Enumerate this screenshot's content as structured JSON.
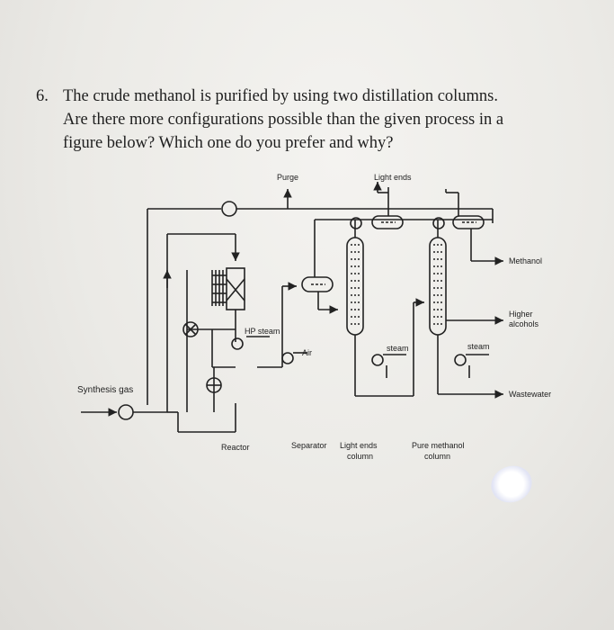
{
  "question": {
    "number": "6.",
    "lines": [
      "The crude methanol is purified by using two distillation columns.",
      "Are there more configurations possible than the given process in a",
      "figure below? Which one do you prefer and why?"
    ]
  },
  "diagram": {
    "labels": {
      "purge": "Purge",
      "light_ends_top": "Light ends",
      "methanol": "Methanol",
      "higher_alcohols_1": "Higher",
      "higher_alcohols_2": "alcohols",
      "hp_steam": "HP steam",
      "air": "Air",
      "steam_1": "steam",
      "steam_2": "steam",
      "synthesis_gas": "Synthesis gas",
      "wastewater": "Wastewater",
      "reactor": "Reactor",
      "separator": "Separator",
      "light_ends_column_1": "Light ends",
      "light_ends_column_2": "column",
      "pure_methanol_column_1": "Pure methanol",
      "pure_methanol_column_2": "column"
    }
  }
}
